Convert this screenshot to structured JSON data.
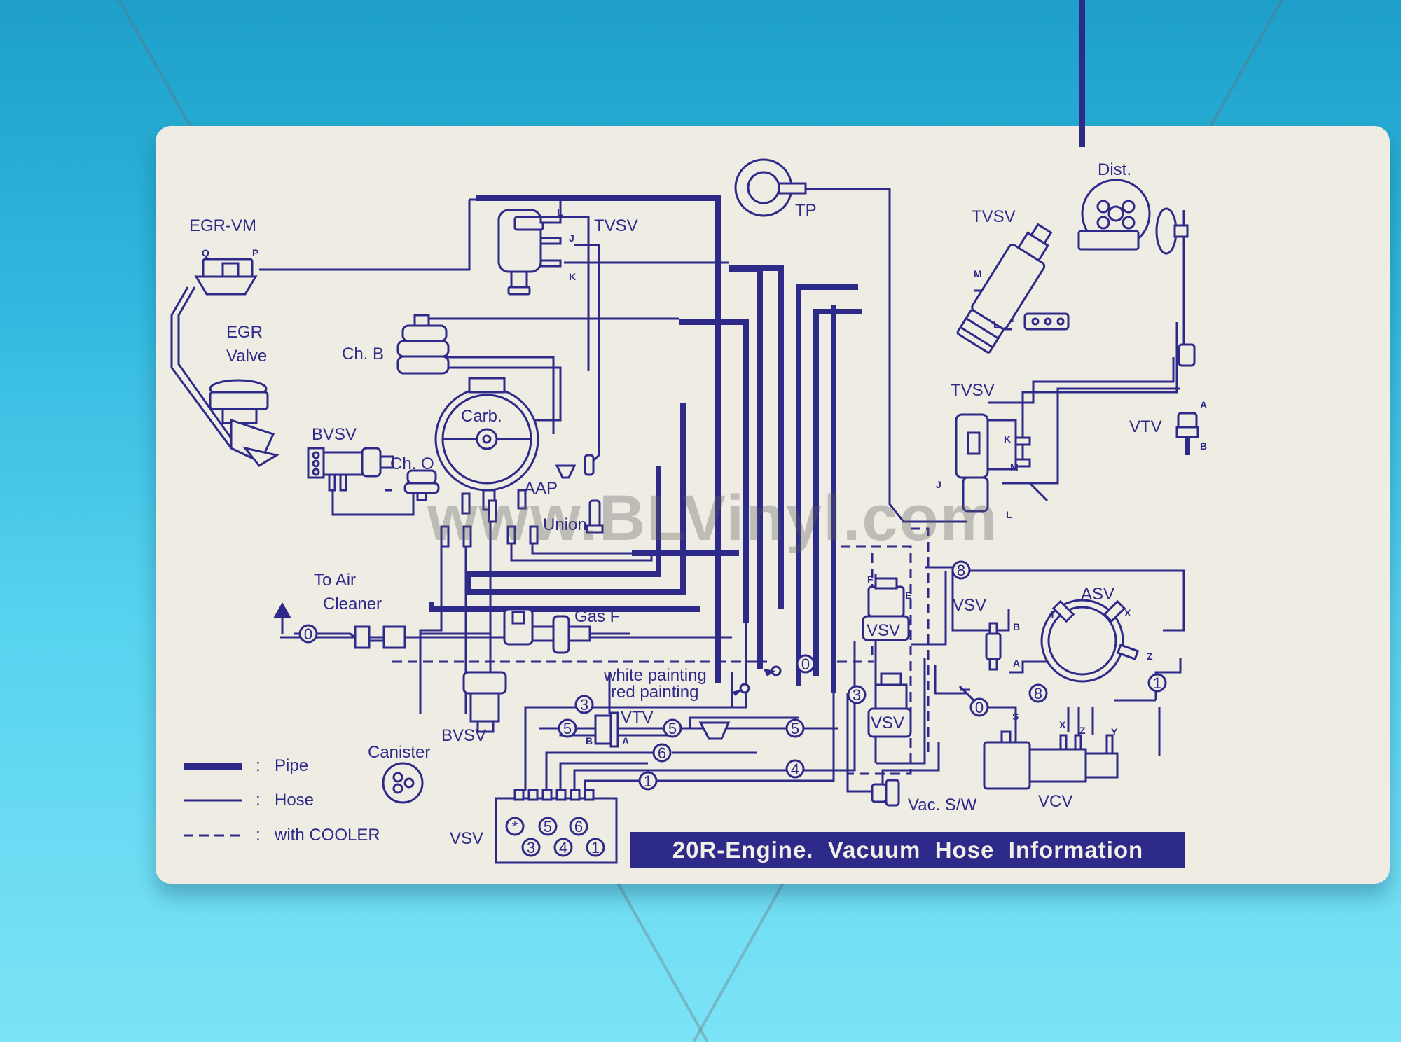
{
  "title": "20R-Engine.  Vacuum  Hose  Information",
  "watermark": "www.BLVinyl.com",
  "components": {
    "egr_vm": "EGR-VM",
    "egr_valve_l1": "EGR",
    "egr_valve_l2": "Valve",
    "ch_b": "Ch. B",
    "carb": "Carb.",
    "bvsv_top": "BVSV",
    "ch_o": "Ch. O",
    "aap": "AAP",
    "union": "Union",
    "tvsv_top": "TVSV",
    "tp": "TP",
    "tvsv_right": "TVSV",
    "dist": "Dist.",
    "tvsv_mid": "TVSV",
    "vtv_right": "VTV",
    "to_air_cleaner_l1": "To Air",
    "to_air_cleaner_l2": "Cleaner",
    "gas_f": "Gas F",
    "white_painting": "white painting",
    "red_painting": "red painting",
    "bvsv_bottom": "BVSV",
    "canister": "Canister",
    "vtv_bottom": "VTV",
    "vsv_bottom": "VSV",
    "vsv_mid1": "VSV",
    "vsv_mid2": "VSV",
    "vsv_right": "VSV",
    "asv": "ASV",
    "vac_sw": "Vac. S/W",
    "vcv": "VCV"
  },
  "ports": {
    "Q": "Q",
    "P": "P",
    "L": "L",
    "J": "J",
    "K": "K",
    "M": "M",
    "A": "A",
    "B": "B",
    "F": "F",
    "E": "E",
    "X": "X",
    "Z": "Z",
    "Y": "Y",
    "S": "S",
    "four": "4"
  },
  "hose_numbers": [
    "0",
    "1",
    "3",
    "4",
    "5",
    "6",
    "8",
    "*"
  ],
  "legend": [
    {
      "symbol": "pipe",
      "sep": ":",
      "label": "Pipe"
    },
    {
      "symbol": "hose",
      "sep": ":",
      "label": "Hose"
    },
    {
      "symbol": "dashed",
      "sep": ":",
      "label": "with COOLER"
    }
  ],
  "colors": {
    "ink": "#2e2a8a",
    "card": "#efece3",
    "background": "#33b9df"
  }
}
